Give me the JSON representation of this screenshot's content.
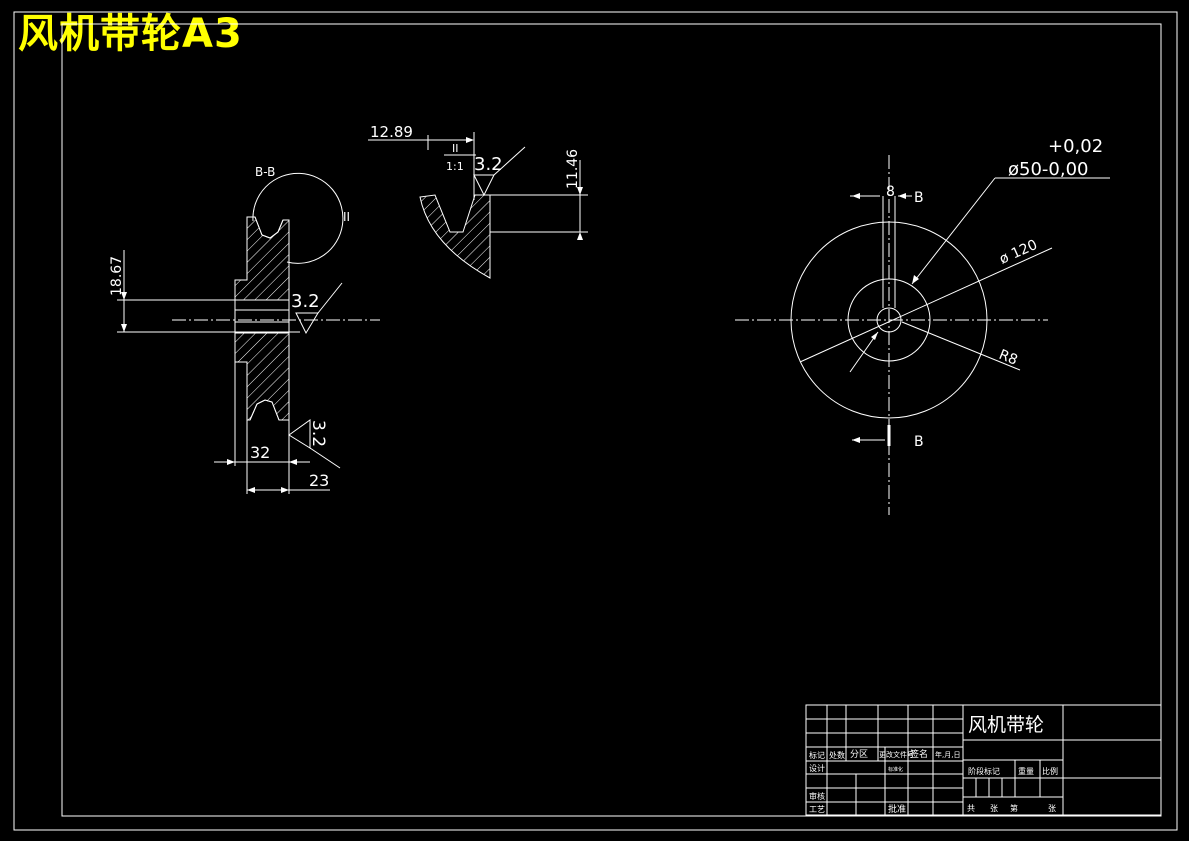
{
  "sheet_title": "风机带轮A3",
  "section_label": "B-B",
  "detail_marker": "II",
  "detail_title": "II",
  "detail_scale": "1:1",
  "dims": {
    "d1289": "12.89",
    "d1146": "11.46",
    "d1867": "18.67",
    "d32": "32",
    "d23": "23",
    "rough1": "3.2",
    "rough2": "3.2",
    "rough3": "3.2",
    "tol_upper": "+0,02",
    "bore": "ø50-0,00",
    "dia120": "ø 120",
    "r8": "R8",
    "key8": "8",
    "cut_b_top": "B",
    "cut_b_bottom": "B"
  },
  "title_block": {
    "part_name": "风机带轮",
    "biaoji": "标记",
    "chushu": "处数",
    "fenqu": "分区",
    "gengai": "更改文件号",
    "qianming": "签名",
    "nianyueri": "年,月,日",
    "sheji": "设计",
    "biaozhunhua": "标准化",
    "shenhe": "审核",
    "gongyi": "工艺",
    "pizhun": "批准",
    "jieduan": "阶段标记",
    "zhongliang": "重量",
    "bili": "比例",
    "gong": "共",
    "zhang1": "张",
    "di": "第",
    "zhang2": "张"
  }
}
